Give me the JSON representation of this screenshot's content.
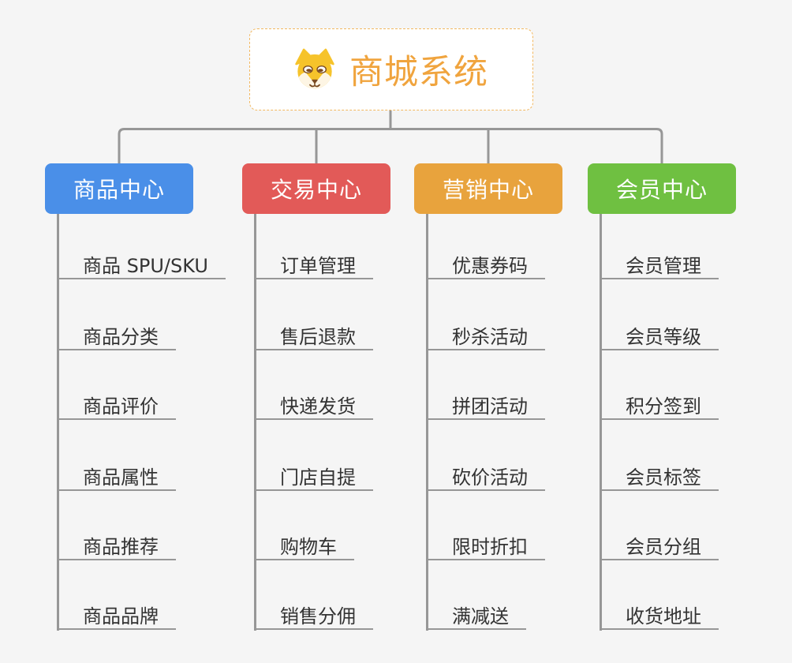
{
  "root": {
    "title": "商城系统",
    "icon": "dog-face-icon",
    "text_color": "#f0a43e",
    "border_color": "#f2b860",
    "background": "#ffffff"
  },
  "branches": [
    {
      "label": "商品中心",
      "color": "#4a8fe8",
      "items": [
        "商品 SPU/SKU",
        "商品分类",
        "商品评价",
        "商品属性",
        "商品推荐",
        "商品品牌"
      ]
    },
    {
      "label": "交易中心",
      "color": "#e25a58",
      "items": [
        "订单管理",
        "售后退款",
        "快递发货",
        "门店自提",
        "购物车",
        "销售分佣"
      ]
    },
    {
      "label": "营销中心",
      "color": "#e8a33d",
      "items": [
        "优惠券码",
        "秒杀活动",
        "拼团活动",
        "砍价活动",
        "限时折扣",
        "满减送"
      ]
    },
    {
      "label": "会员中心",
      "color": "#6fc041",
      "items": [
        "会员管理",
        "会员等级",
        "积分签到",
        "会员标签",
        "会员分组",
        "收货地址"
      ]
    }
  ],
  "style": {
    "connector_color": "#979797",
    "leaf_text_color": "#333333",
    "canvas_background": "#f5f5f5"
  }
}
